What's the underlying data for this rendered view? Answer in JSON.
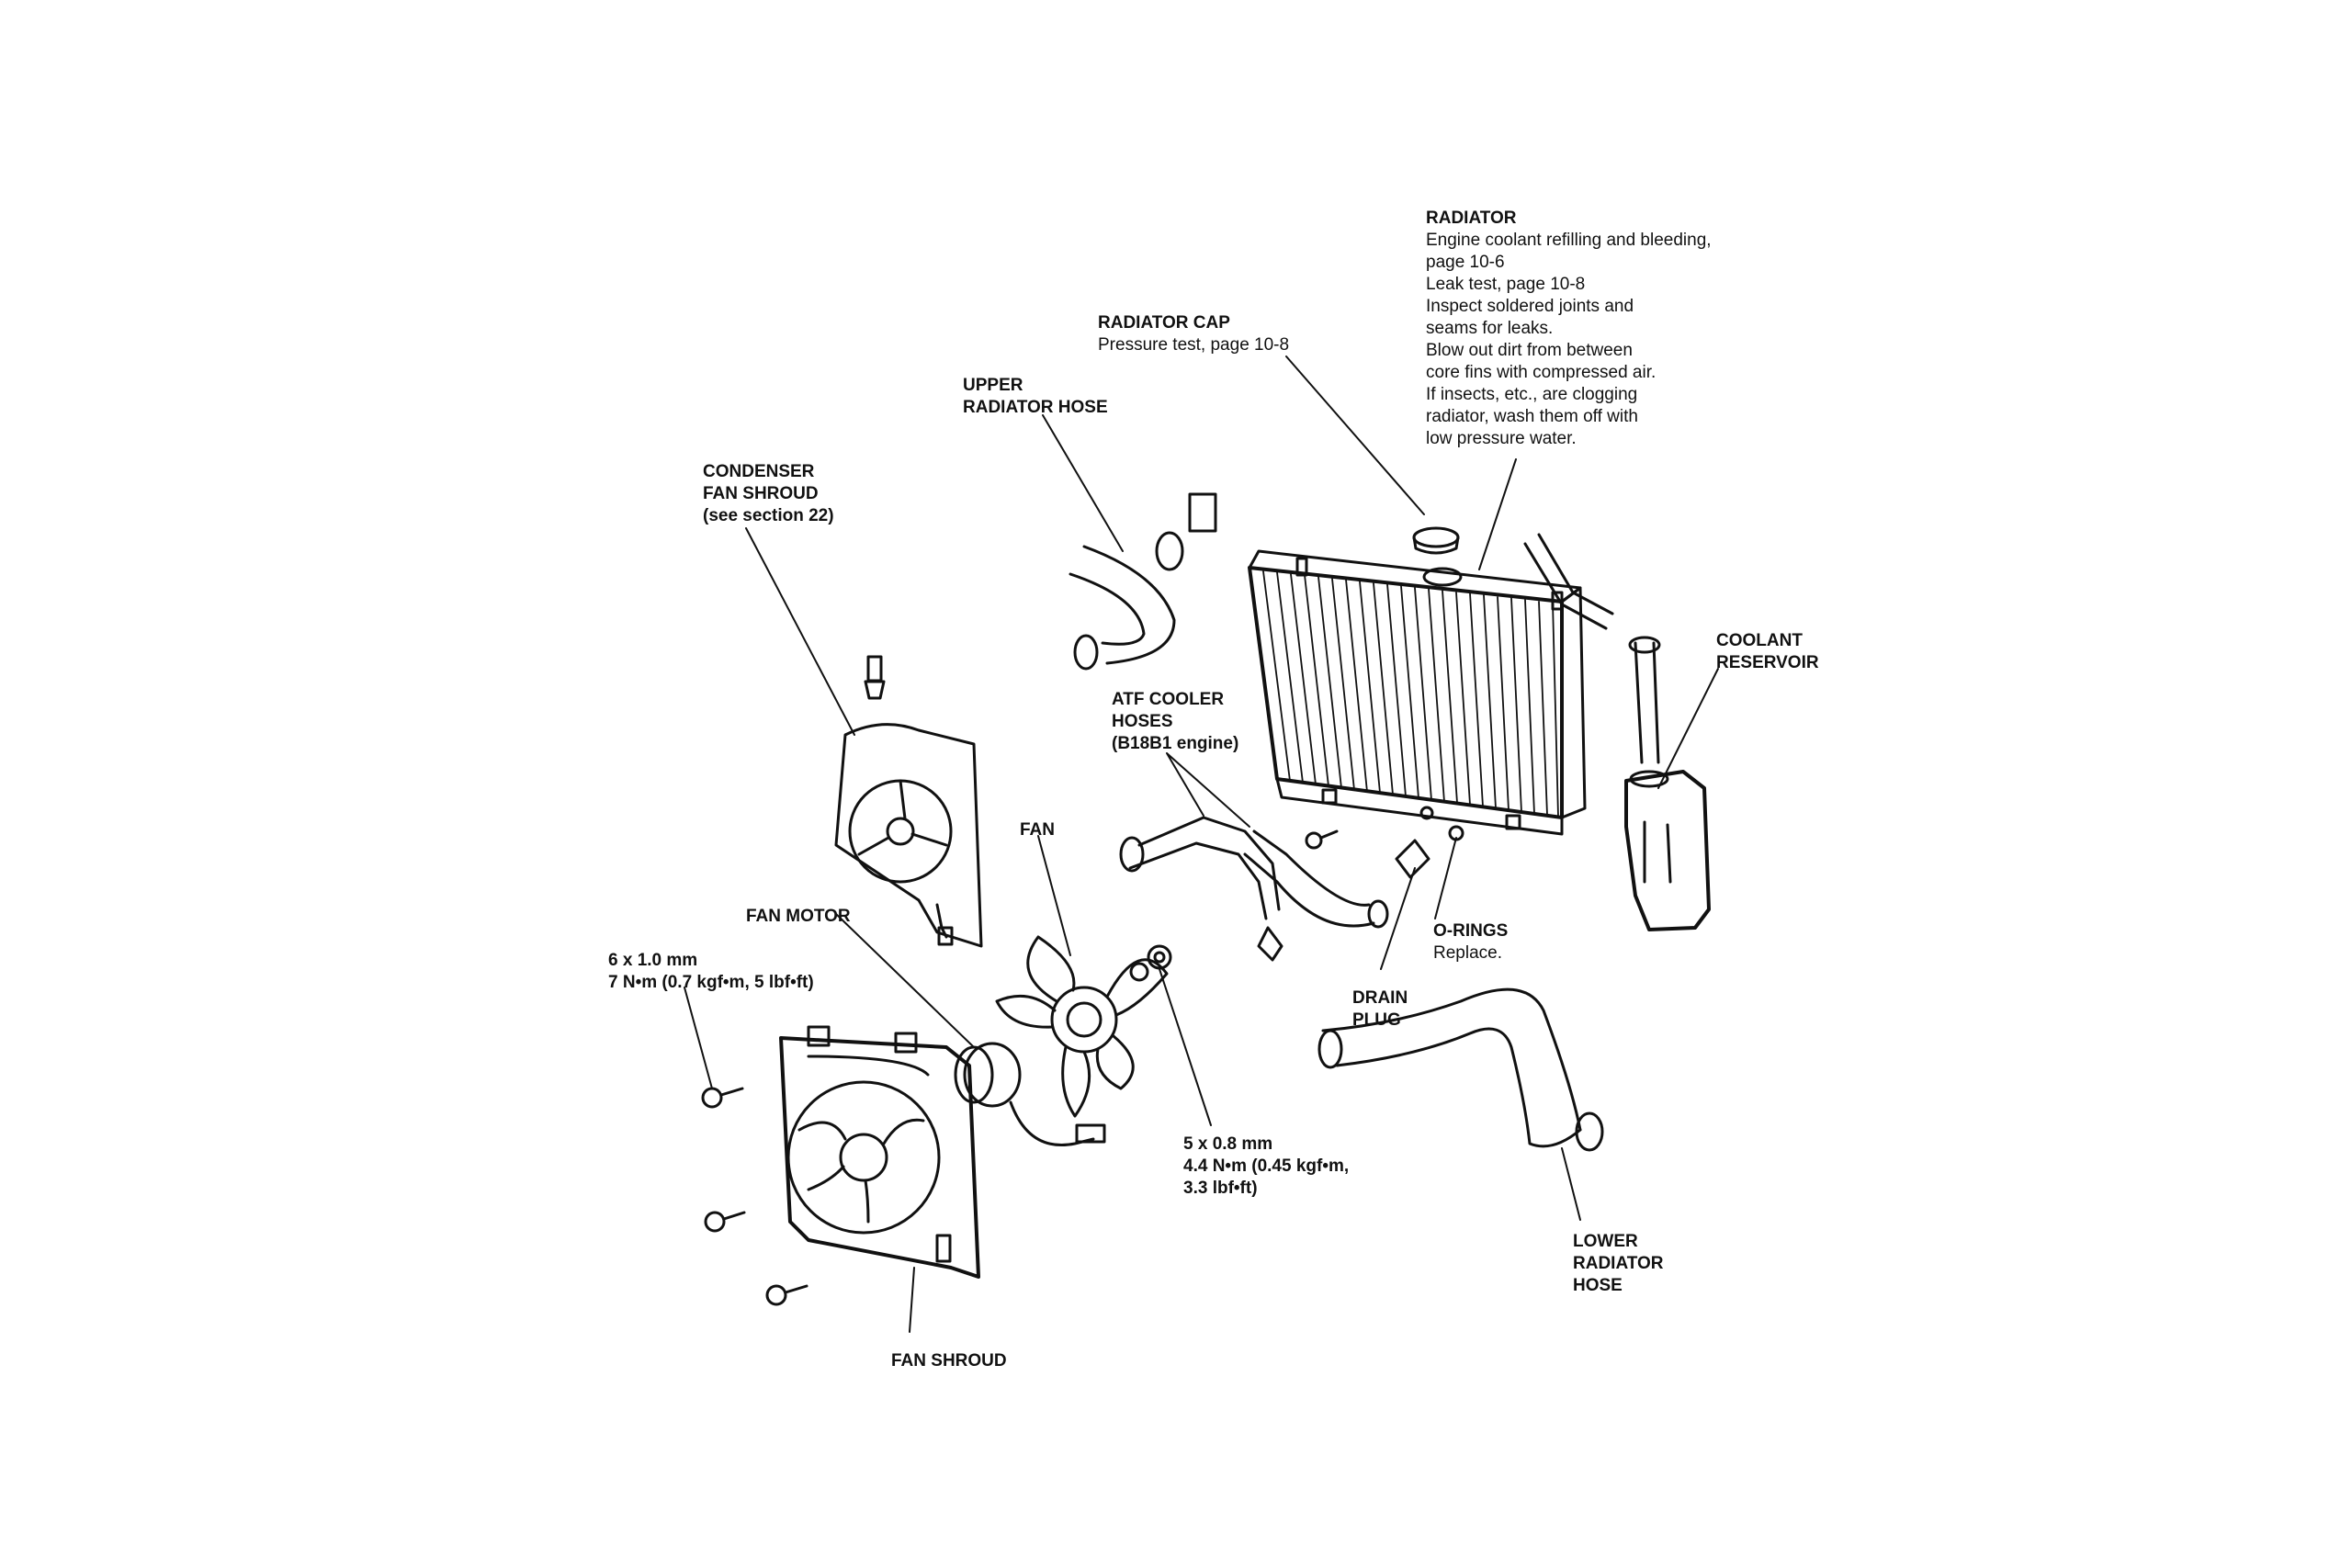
{
  "labels": {
    "radiator": {
      "title": "RADIATOR",
      "notes": [
        "Engine coolant refilling and bleeding,",
        "page 10-6",
        "Leak test, page 10-8",
        "Inspect soldered joints and",
        "seams for leaks.",
        "Blow out dirt from between",
        "core fins with compressed air.",
        "If insects, etc., are clogging",
        "radiator, wash them off with",
        "low pressure water."
      ]
    },
    "radiator_cap": {
      "title": "RADIATOR CAP",
      "note": "Pressure test, page 10-8"
    },
    "upper_hose": {
      "line1": "UPPER",
      "line2": "RADIATOR HOSE"
    },
    "condenser_shroud": {
      "line1": "CONDENSER",
      "line2": "FAN SHROUD",
      "note": "(see section 22)"
    },
    "coolant_reservoir": {
      "line1": "COOLANT",
      "line2": "RESERVOIR"
    },
    "atf_hoses": {
      "line1": "ATF COOLER",
      "line2": "HOSES",
      "line3": "(B18B1 engine)"
    },
    "fan": {
      "title": "FAN"
    },
    "fan_motor": {
      "title": "FAN MOTOR"
    },
    "bolt_6mm": {
      "line1": "6 x 1.0 mm",
      "line2": "7 N•m (0.7 kgf•m, 5 lbf•ft)"
    },
    "o_rings": {
      "title": "O-RINGS",
      "note": "Replace."
    },
    "drain_plug": {
      "line1": "DRAIN",
      "line2": "PLUG"
    },
    "bolt_5mm": {
      "line1": "5 x 0.8 mm",
      "line2": "4.4 N•m (0.45 kgf•m,",
      "line3": "3.3 lbf•ft)"
    },
    "lower_hose": {
      "line1": "LOWER",
      "line2": "RADIATOR",
      "line3": "HOSE"
    },
    "fan_shroud": {
      "title": "FAN SHROUD"
    }
  }
}
